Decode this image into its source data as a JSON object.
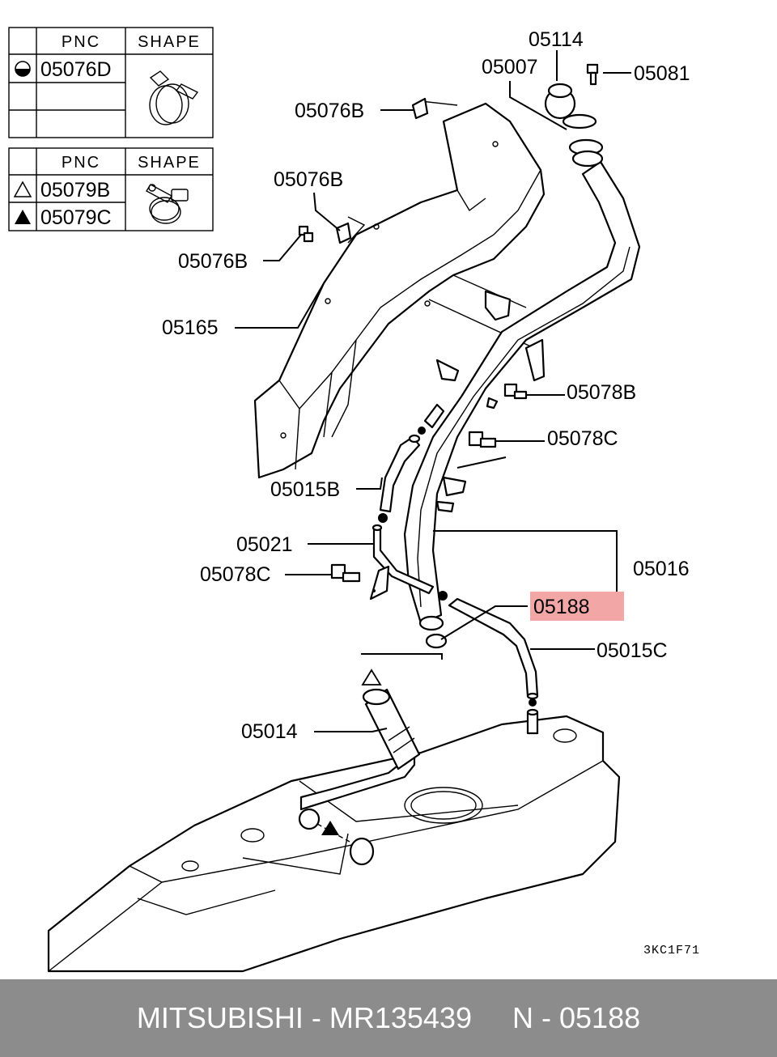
{
  "legend_tables": [
    {
      "header_pnc": "PNC",
      "header_shape": "SHAPE",
      "rows": [
        {
          "symbol": "half-filled-circle",
          "pnc": "05076D"
        },
        {
          "symbol": "",
          "pnc": ""
        },
        {
          "symbol": "",
          "pnc": ""
        }
      ]
    },
    {
      "header_pnc": "PNC",
      "header_shape": "SHAPE",
      "rows": [
        {
          "symbol": "open-triangle",
          "pnc": "05079B"
        },
        {
          "symbol": "filled-triangle",
          "pnc": "05079C"
        }
      ]
    }
  ],
  "callouts": {
    "c05114": "05114",
    "c05007": "05007",
    "c05081": "05081",
    "c05076B_1": "05076B",
    "c05076B_2": "05076B",
    "c05076B_3": "05076B",
    "c05165": "05165",
    "c05078B": "05078B",
    "c05078C_1": "05078C",
    "c05015B": "05015B",
    "c05021": "05021",
    "c05016": "05016",
    "c05078C_2": "05078C",
    "c05188": "05188",
    "c05015C": "05015C",
    "c05014": "05014"
  },
  "highlighted_part": "05188",
  "highlight_color": "#f2a6a6",
  "diagram_code": "3KC1F71",
  "footer": {
    "brand": "MITSUBISHI",
    "part_number": "MR135439",
    "ref": "N - 05188",
    "text": "MITSUBISHI - MR135439     N - 05188"
  }
}
